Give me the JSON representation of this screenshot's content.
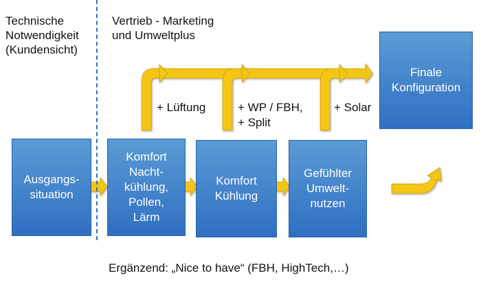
{
  "column_headers": {
    "left": "Technische\nNotwendigkeit\n(Kundensicht)",
    "right": "Vertrieb - Marketing\nund Umweltplus"
  },
  "boxes": {
    "start": "Ausgangs-\nsituation",
    "comfort_night": "Komfort\nNacht-\nkühlung,\nPollen,\nLärm",
    "comfort_cooling": "Komfort\nKühlung",
    "perceived_benefit": "Gefühlter\nUmwelt-\nnutzen",
    "final": "Finale\nKonfiguration"
  },
  "additions": {
    "ventilation": "+ Lüftung",
    "heatpump_split": "+ WP / FBH,\n+ Split",
    "solar": "+ Solar"
  },
  "footer": "Ergänzend: „Nice to have“ (FBH, HighTech,…)",
  "colors": {
    "box_blue": "#3a7fd0",
    "arrow_yellow": "#f5c518",
    "divider_blue": "#2f72c6"
  }
}
